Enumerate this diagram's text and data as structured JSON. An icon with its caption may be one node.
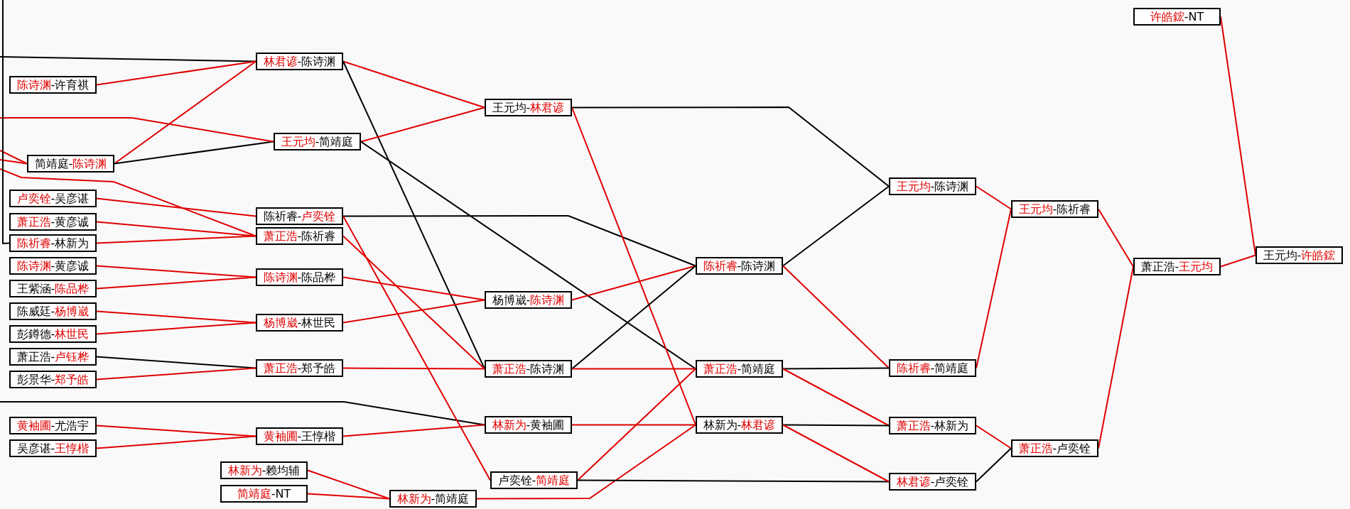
{
  "diagram": {
    "nodes": [
      {
        "text": [
          "陈诗渊-许育祺"
        ]
      },
      {
        "text": [
          "简靖庭-陈诗渊"
        ]
      },
      {
        "text": [
          "卢奕铨-吴彦谌"
        ]
      },
      {
        "text": [
          "萧正浩-黄彦诚"
        ]
      },
      {
        "text": [
          "陈祈睿-林新为"
        ]
      },
      {
        "text": [
          "陈诗渊-黄彦诚"
        ]
      },
      {
        "text": [
          "王紫涵-陈品桦"
        ]
      },
      {
        "text": [
          "陈威廷-杨博崴"
        ]
      },
      {
        "text": [
          "彭鐏德-林世民"
        ]
      },
      {
        "text": [
          "萧正浩-卢钰桦"
        ]
      },
      {
        "text": [
          "彭景华-郑予皓"
        ]
      },
      {
        "text": [
          "黄袖圃-尤浩宇"
        ]
      },
      {
        "text": [
          "吴彦谌-王惇楷"
        ]
      },
      {
        "text": [
          "林新为-赖均辅"
        ]
      },
      {
        "text": [
          "简靖庭-NT"
        ]
      },
      {
        "text": [
          "林君谚-陈诗渊"
        ]
      },
      {
        "text": [
          "王元均-简靖庭"
        ]
      },
      {
        "text": [
          "陈祈睿-卢奕铨"
        ]
      },
      {
        "text": [
          "萧正浩-陈祈睿"
        ]
      },
      {
        "text": [
          "陈诗渊-陈品桦"
        ]
      },
      {
        "text": [
          "杨博崴-林世民"
        ]
      },
      {
        "text": [
          "萧正浩-郑予皓"
        ]
      },
      {
        "text": [
          "黄袖圃-王惇楷"
        ]
      },
      {
        "text": [
          "王元均-林君谚"
        ]
      },
      {
        "text": [
          "杨博崴-陈诗渊"
        ]
      },
      {
        "text": [
          "萧正浩-陈诗渊"
        ]
      },
      {
        "text": [
          "林新为-黄袖圃"
        ]
      },
      {
        "text": [
          "林新为-简靖庭"
        ]
      },
      {
        "text": [
          "卢奕铨-简靖庭"
        ]
      },
      {
        "text": [
          "陈祈睿-陈诗渊"
        ]
      },
      {
        "text": [
          "萧正浩-简靖庭"
        ]
      },
      {
        "text": [
          "林新为-林君谚"
        ]
      },
      {
        "text": [
          "王元均-陈诗渊"
        ]
      },
      {
        "text": [
          "陈祈睿-简靖庭"
        ]
      },
      {
        "text": [
          "萧正浩-林新为"
        ]
      },
      {
        "text": [
          "林君谚-卢奕铨"
        ]
      },
      {
        "text": [
          "王元均-陈祈睿"
        ]
      },
      {
        "text": [
          "萧正浩-卢奕铨"
        ]
      },
      {
        "text": [
          "许皓鋐-NT"
        ]
      },
      {
        "text": [
          "萧正浩-王元均"
        ]
      },
      {
        "text": [
          "王元均-许皓鋐"
        ]
      }
    ],
    "edges": [
      {
        "from": null,
        "to": 15,
        "arrow": "none",
        "color": "#000000"
      },
      {
        "from": 0,
        "to": 15,
        "arrow": "none"
      },
      {
        "from": 1,
        "to": 15,
        "arrow": "none"
      },
      {
        "from": 1,
        "to": 16,
        "arrow": "none",
        "color": "#000000"
      },
      {
        "from": null,
        "to": 16,
        "arrow": "none"
      },
      {
        "from": null,
        "to": 1,
        "arrow": "none"
      },
      {
        "from": null,
        "to": 1,
        "arrow": "none"
      },
      {
        "from": null,
        "to": 18,
        "arrow": "none"
      },
      {
        "from": 4,
        "to": null,
        "arrow": "none",
        "color": "#000000"
      },
      {
        "from": 2,
        "to": 17,
        "arrow": "none"
      },
      {
        "from": 3,
        "to": 18,
        "arrow": "none"
      },
      {
        "from": 4,
        "to": 18,
        "arrow": "none"
      },
      {
        "from": 5,
        "to": 19,
        "arrow": "none"
      },
      {
        "from": 6,
        "to": 19,
        "arrow": "none"
      },
      {
        "from": 7,
        "to": 20,
        "arrow": "none"
      },
      {
        "from": 8,
        "to": 20,
        "arrow": "none"
      },
      {
        "from": 9,
        "to": 21,
        "arrow": "none",
        "color": "#000000"
      },
      {
        "from": 10,
        "to": 21,
        "arrow": "none"
      },
      {
        "from": 11,
        "to": 22,
        "arrow": "none"
      },
      {
        "from": 12,
        "to": 22,
        "arrow": "none"
      },
      {
        "from": null,
        "to": 26,
        "arrow": "none",
        "color": "#000000"
      },
      {
        "from": 13,
        "to": 27,
        "arrow": "none"
      },
      {
        "from": 14,
        "to": 27,
        "arrow": "none"
      },
      {
        "from": 15,
        "to": 23,
        "arrow": "none"
      },
      {
        "from": 15,
        "to": 25,
        "arrow": "none",
        "color": "#000000"
      },
      {
        "from": 16,
        "to": 23,
        "arrow": "none"
      },
      {
        "from": 16,
        "to": 30,
        "arrow": "none",
        "color": "#000000"
      },
      {
        "from": 17,
        "to": 29,
        "arrow": "none",
        "color": "#000000"
      },
      {
        "from": 17,
        "to": 28,
        "arrow": "none"
      },
      {
        "from": 18,
        "to": 25,
        "arrow": "none"
      },
      {
        "from": 19,
        "to": 24,
        "arrow": "none"
      },
      {
        "from": 20,
        "to": 24,
        "arrow": "none"
      },
      {
        "from": 21,
        "to": 25,
        "arrow": "none"
      },
      {
        "from": 22,
        "to": 26,
        "arrow": "none"
      },
      {
        "from": 23,
        "to": 32,
        "arrow": "none",
        "color": "#000000"
      },
      {
        "from": 23,
        "to": 31,
        "arrow": "none"
      },
      {
        "from": 24,
        "to": 29,
        "arrow": "none"
      },
      {
        "from": 25,
        "to": 29,
        "arrow": "none",
        "color": "#000000"
      },
      {
        "from": 25,
        "to": 30,
        "arrow": "none"
      },
      {
        "from": 26,
        "to": 31,
        "arrow": "none"
      },
      {
        "from": 27,
        "to": 31,
        "arrow": "none"
      },
      {
        "from": 28,
        "to": 30,
        "arrow": "none"
      },
      {
        "from": 28,
        "to": 35,
        "arrow": "none",
        "color": "#000000"
      },
      {
        "from": 29,
        "to": 32,
        "arrow": "none",
        "color": "#000000"
      },
      {
        "from": 29,
        "to": 33,
        "arrow": "none"
      },
      {
        "from": 30,
        "to": 33,
        "arrow": "none",
        "color": "#000000"
      },
      {
        "from": 30,
        "to": 34,
        "arrow": "none"
      },
      {
        "from": 31,
        "to": 34,
        "arrow": "none",
        "color": "#000000"
      },
      {
        "from": 31,
        "to": 35,
        "arrow": "none"
      },
      {
        "from": 32,
        "to": 36,
        "arrow": "none"
      },
      {
        "from": 33,
        "to": 36,
        "arrow": "none"
      },
      {
        "from": 34,
        "to": 37,
        "arrow": "none"
      },
      {
        "from": 35,
        "to": 37,
        "arrow": "none",
        "color": "#000000"
      },
      {
        "from": 36,
        "to": 39,
        "arrow": "none"
      },
      {
        "from": 37,
        "to": 39,
        "arrow": "none"
      },
      {
        "from": 39,
        "to": 40,
        "arrow": "none"
      },
      {
        "from": 38,
        "to": 40,
        "arrow": "none"
      }
    ]
  }
}
